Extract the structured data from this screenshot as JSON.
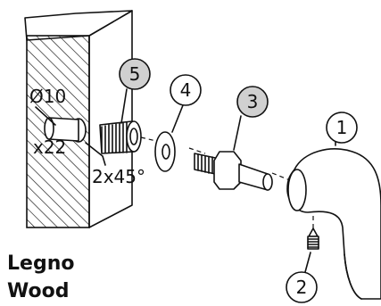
{
  "dimensions": {
    "diameter_label": "Ø10",
    "depth_label": "x22",
    "chamfer_label": "2x45°"
  },
  "callouts": {
    "c1": "1",
    "c2": "2",
    "c3": "3",
    "c4": "4",
    "c5": "5"
  },
  "material": {
    "line1": "Legno",
    "line2": "Wood"
  },
  "colors": {
    "highlight_circle": "#d0d0d0",
    "plain_circle": "#ffffff",
    "stroke": "#111111"
  }
}
